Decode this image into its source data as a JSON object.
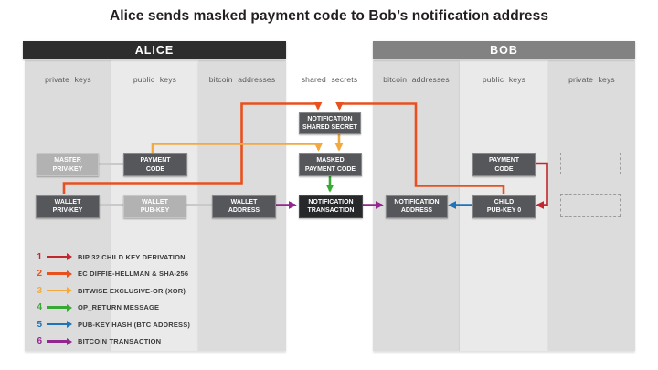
{
  "title": "Alice sends masked payment code to Bob’s notification address",
  "alice": {
    "header": "ALICE",
    "columns": {
      "private_keys": "private keys",
      "public_keys": "public keys",
      "bitcoin_addresses": "bitcoin addresses"
    }
  },
  "bob": {
    "header": "BOB",
    "columns": {
      "bitcoin_addresses": "bitcoin addresses",
      "public_keys": "public keys",
      "private_keys": "private keys"
    }
  },
  "middle_column_label": "shared secrets",
  "boxes": {
    "master_priv_key": "MASTER\nPRIV-KEY",
    "payment_code_alice": "PAYMENT\nCODE",
    "wallet_priv_key": "WALLET\nPRIV-KEY",
    "wallet_pub_key": "WALLET\nPUB-KEY",
    "wallet_address": "WALLET\nADDRESS",
    "notification_shared_secret": "NOTIFICATION\nSHARED SECRET",
    "masked_payment_code": "MASKED\nPAYMENT CODE",
    "notification_transaction": "NOTIFICATION\nTRANSACTION",
    "notification_address": "NOTIFICATION\nADDRESS",
    "payment_code_bob": "PAYMENT\nCODE",
    "child_pub_key_0": "CHILD\nPUB-KEY 0"
  },
  "legend": {
    "items": [
      {
        "number": "1",
        "label": "BIP 32 CHILD KEY DERIVATION",
        "color": "#c1272d"
      },
      {
        "number": "2",
        "label": "EC DIFFIE-HELLMAN & SHA-256",
        "color": "#e8511f"
      },
      {
        "number": "3",
        "label": "BITWISE EXCLUSIVE-OR (XOR)",
        "color": "#f4a93f"
      },
      {
        "number": "4",
        "label": "OP_RETURN MESSAGE",
        "color": "#39a935"
      },
      {
        "number": "5",
        "label": "PUB-KEY HASH (BTC ADDRESS)",
        "color": "#1e73b9"
      },
      {
        "number": "6",
        "label": "BITCOIN TRANSACTION",
        "color": "#92278f"
      }
    ]
  },
  "colors": {
    "alice_header_bg": "#2d2d2d",
    "bob_header_bg": "#828282",
    "column_dark": "#dcdcdc",
    "column_light": "#eaeaea",
    "node_dark": "#56575a",
    "node_black": "#26282a",
    "node_gray": "#b2b2b2",
    "connector_gray": "#c9c9c9"
  }
}
